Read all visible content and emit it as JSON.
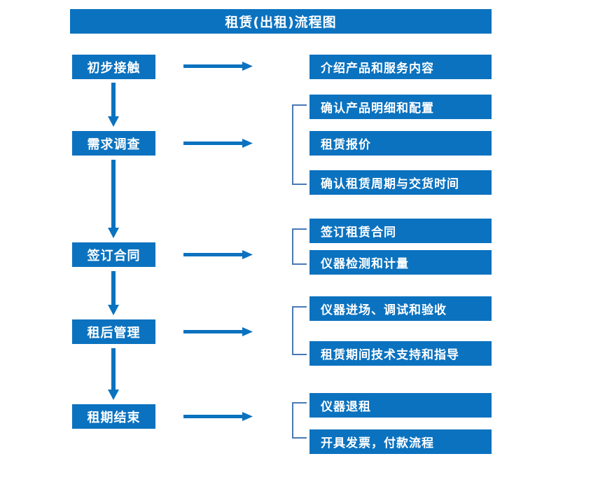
{
  "title": "租赁(出租)流程图",
  "colors": {
    "box_fill": "#0b72bf",
    "box_text": "#ffffff",
    "arrow": "#0b72bf",
    "bracket": "#4a79b5",
    "page_background": "#ffffff"
  },
  "stages": [
    {
      "label": "初步接触"
    },
    {
      "label": "需求调查"
    },
    {
      "label": "签订合同"
    },
    {
      "label": "租后管理"
    },
    {
      "label": "租期结束"
    }
  ],
  "groups": [
    {
      "stage": "初步接触",
      "bracketed": false,
      "details": [
        {
          "label": "介绍产品和服务内容"
        }
      ]
    },
    {
      "stage": "需求调查",
      "bracketed": true,
      "details": [
        {
          "label": "确认产品明细和配置"
        },
        {
          "label": "租赁报价"
        },
        {
          "label": "确认租赁周期与交货时间"
        }
      ]
    },
    {
      "stage": "签订合同",
      "bracketed": true,
      "details": [
        {
          "label": "签订租赁合同"
        },
        {
          "label": "仪器检测和计量"
        }
      ]
    },
    {
      "stage": "租后管理",
      "bracketed": true,
      "details": [
        {
          "label": "仪器进场、调试和验收"
        },
        {
          "label": "租赁期间技术支持和指导"
        }
      ]
    },
    {
      "stage": "租期结束",
      "bracketed": true,
      "details": [
        {
          "label": "仪器退租"
        },
        {
          "label": "开具发票，付款流程"
        }
      ]
    }
  ],
  "connectors": {
    "vertical_arrows": 4,
    "horizontal_arrows": 5,
    "brackets": 4
  }
}
